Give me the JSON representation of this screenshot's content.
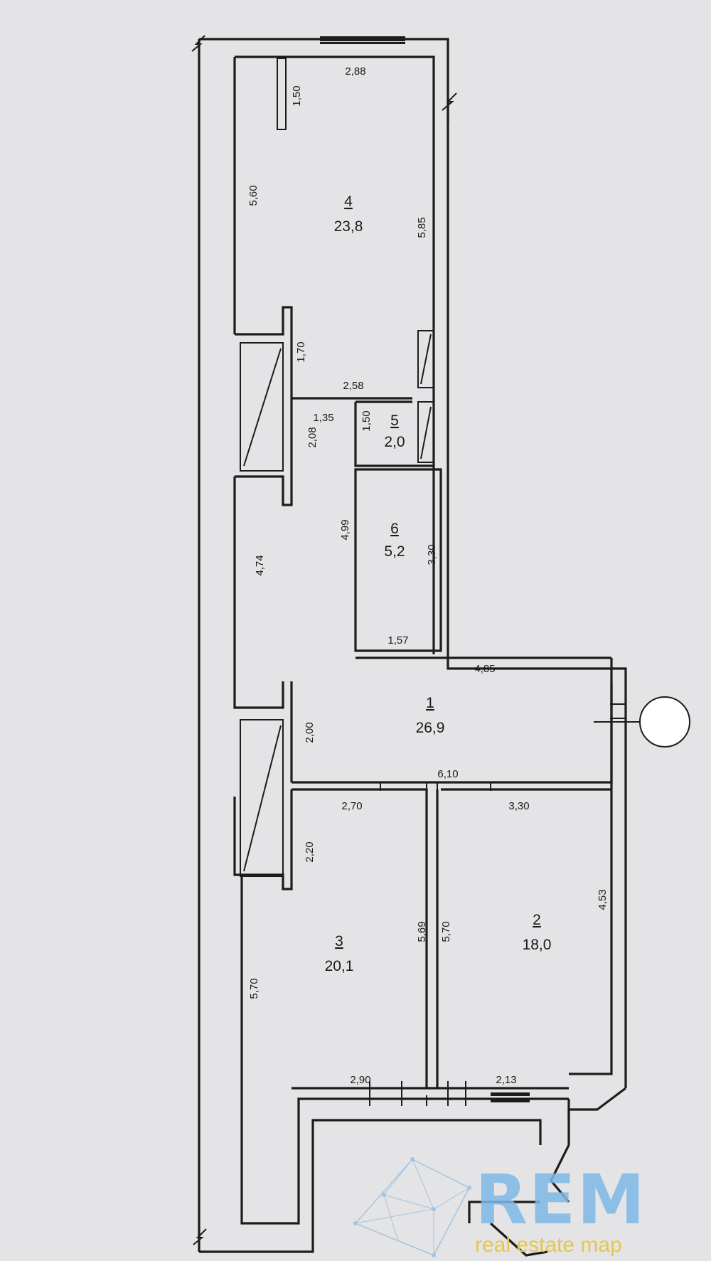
{
  "rooms": [
    {
      "number": "4",
      "area": "23,8"
    },
    {
      "number": "5",
      "area": "2,0"
    },
    {
      "number": "6",
      "area": "5,2"
    },
    {
      "number": "1",
      "area": "26,9"
    },
    {
      "number": "3",
      "area": "20,1"
    },
    {
      "number": "2",
      "area": "18,0"
    }
  ],
  "dimensions": [
    "2,88",
    "1,50",
    "5,60",
    "5,85",
    "1,70",
    "2,58",
    "1,35",
    "1,50",
    "2,08",
    "4,99",
    "3,30",
    "4,74",
    "1,57",
    "4,85",
    "2,00",
    "6,10",
    "2,70",
    "3,30",
    "2,20",
    "5,69",
    "5,70",
    "4,53",
    "5,70",
    "2,90",
    "2,13"
  ],
  "watermark": {
    "brand": "REM",
    "tagline": "real estate map",
    "brand_color": "#7fb8e6",
    "tagline_color": "#e5c84a"
  }
}
